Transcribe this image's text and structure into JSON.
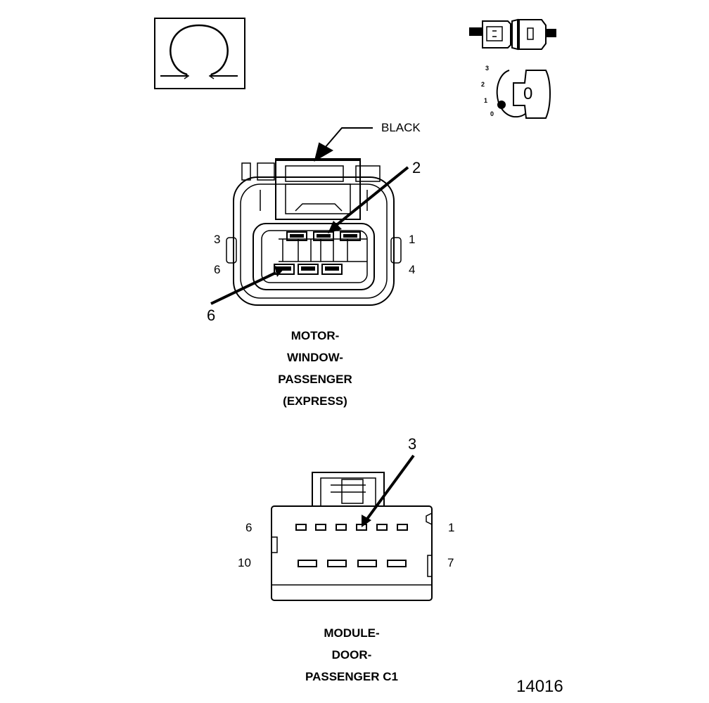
{
  "meter": {
    "ohm_symbol": "ohmmeter-symbol"
  },
  "ignition": {
    "positions": [
      "3",
      "2",
      "1",
      "0"
    ],
    "key_label": "0"
  },
  "connector1": {
    "color_label": "BLACK",
    "callout_2": "2",
    "callout_6": "6",
    "pin_3": "3",
    "pin_1": "1",
    "pin_6": "6",
    "pin_4": "4",
    "name_line1": "MOTOR-",
    "name_line2": "WINDOW-",
    "name_line3": "PASSENGER",
    "name_line4": "(EXPRESS)"
  },
  "connector2": {
    "callout_3": "3",
    "pin_6": "6",
    "pin_1": "1",
    "pin_10": "10",
    "pin_7": "7",
    "name_line1": "MODULE-",
    "name_line2": "DOOR-",
    "name_line3": "PASSENGER C1"
  },
  "figure_number": "14016"
}
